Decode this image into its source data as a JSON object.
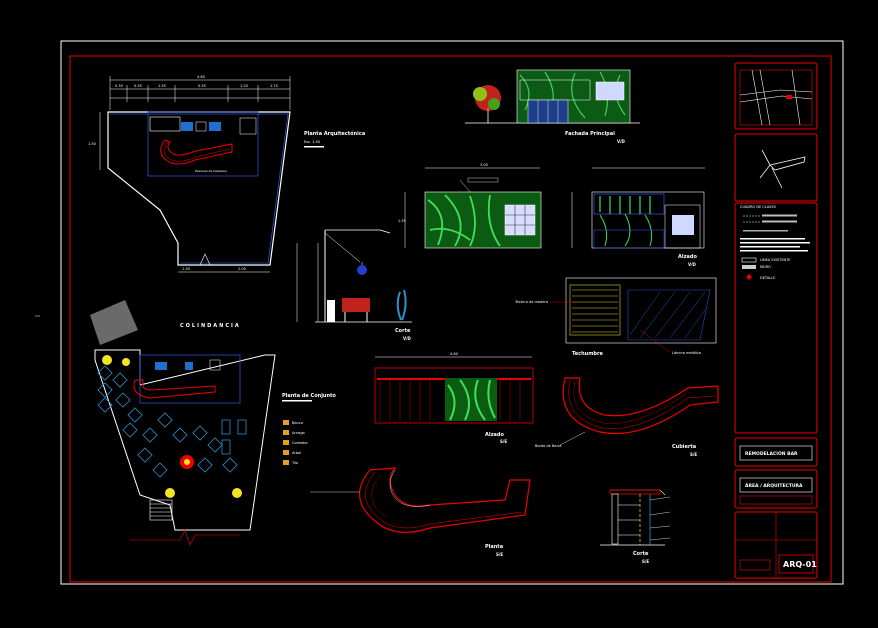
{
  "sheet": {
    "code": "ARQ-01",
    "title_block": {
      "project_name": "REMODELACIÓN BAR",
      "right_label_1": "ÁREA / ARQUITECTURA",
      "key_header": "CUADRO DE CLAVES",
      "legend_items": [
        "LÍNEA EXISTENTE",
        "MURO",
        "DETALLE"
      ]
    }
  },
  "views": {
    "arch_plan_title": "Planta Arquitectónica",
    "arch_plan_scale": "Esc. 1:50",
    "arch_plan_area_label": "Pasarela de baleados",
    "main_facade_title": "Fachada Principal",
    "main_facade_scale": "V/D",
    "elevation_title": "Alzado",
    "elevation_scale": "V/D",
    "section_title": "Corte",
    "section_scale": "V/D",
    "ceiling_title": "Techumbre",
    "colindancia_label": "COLINDANCIA",
    "site_plan_title": "Planta de Conjunto",
    "site_plan_legend": [
      "Banca",
      "Arriago",
      "Comedor",
      "Árbol",
      "Tilo"
    ],
    "bar_elevation_title": "Alzado",
    "bar_elevation_scale": "S/E",
    "bar_plan_title": "Planta",
    "bar_plan_scale": "S/E",
    "counter_detail_title": "Cubierta",
    "counter_detail_scale": "S/E",
    "bar_section_title": "Corte",
    "bar_section_scale": "S/E",
    "counter_edge_label": "Borde de Barra",
    "ceiling_note": "Textura de madera",
    "ceiling_note2": "Lámina metálica"
  },
  "dimensions": {
    "top_total": "4.60",
    "top_segments": [
      "0.35",
      "0.55",
      "1.55",
      "0.55",
      "1.20",
      "1.75"
    ],
    "left_height": "1.50",
    "bottom_segments": [
      "1.30",
      "2.00"
    ],
    "facade_width": "3.00",
    "facade_height": "1.55",
    "bar_elev_width": "4.60"
  }
}
